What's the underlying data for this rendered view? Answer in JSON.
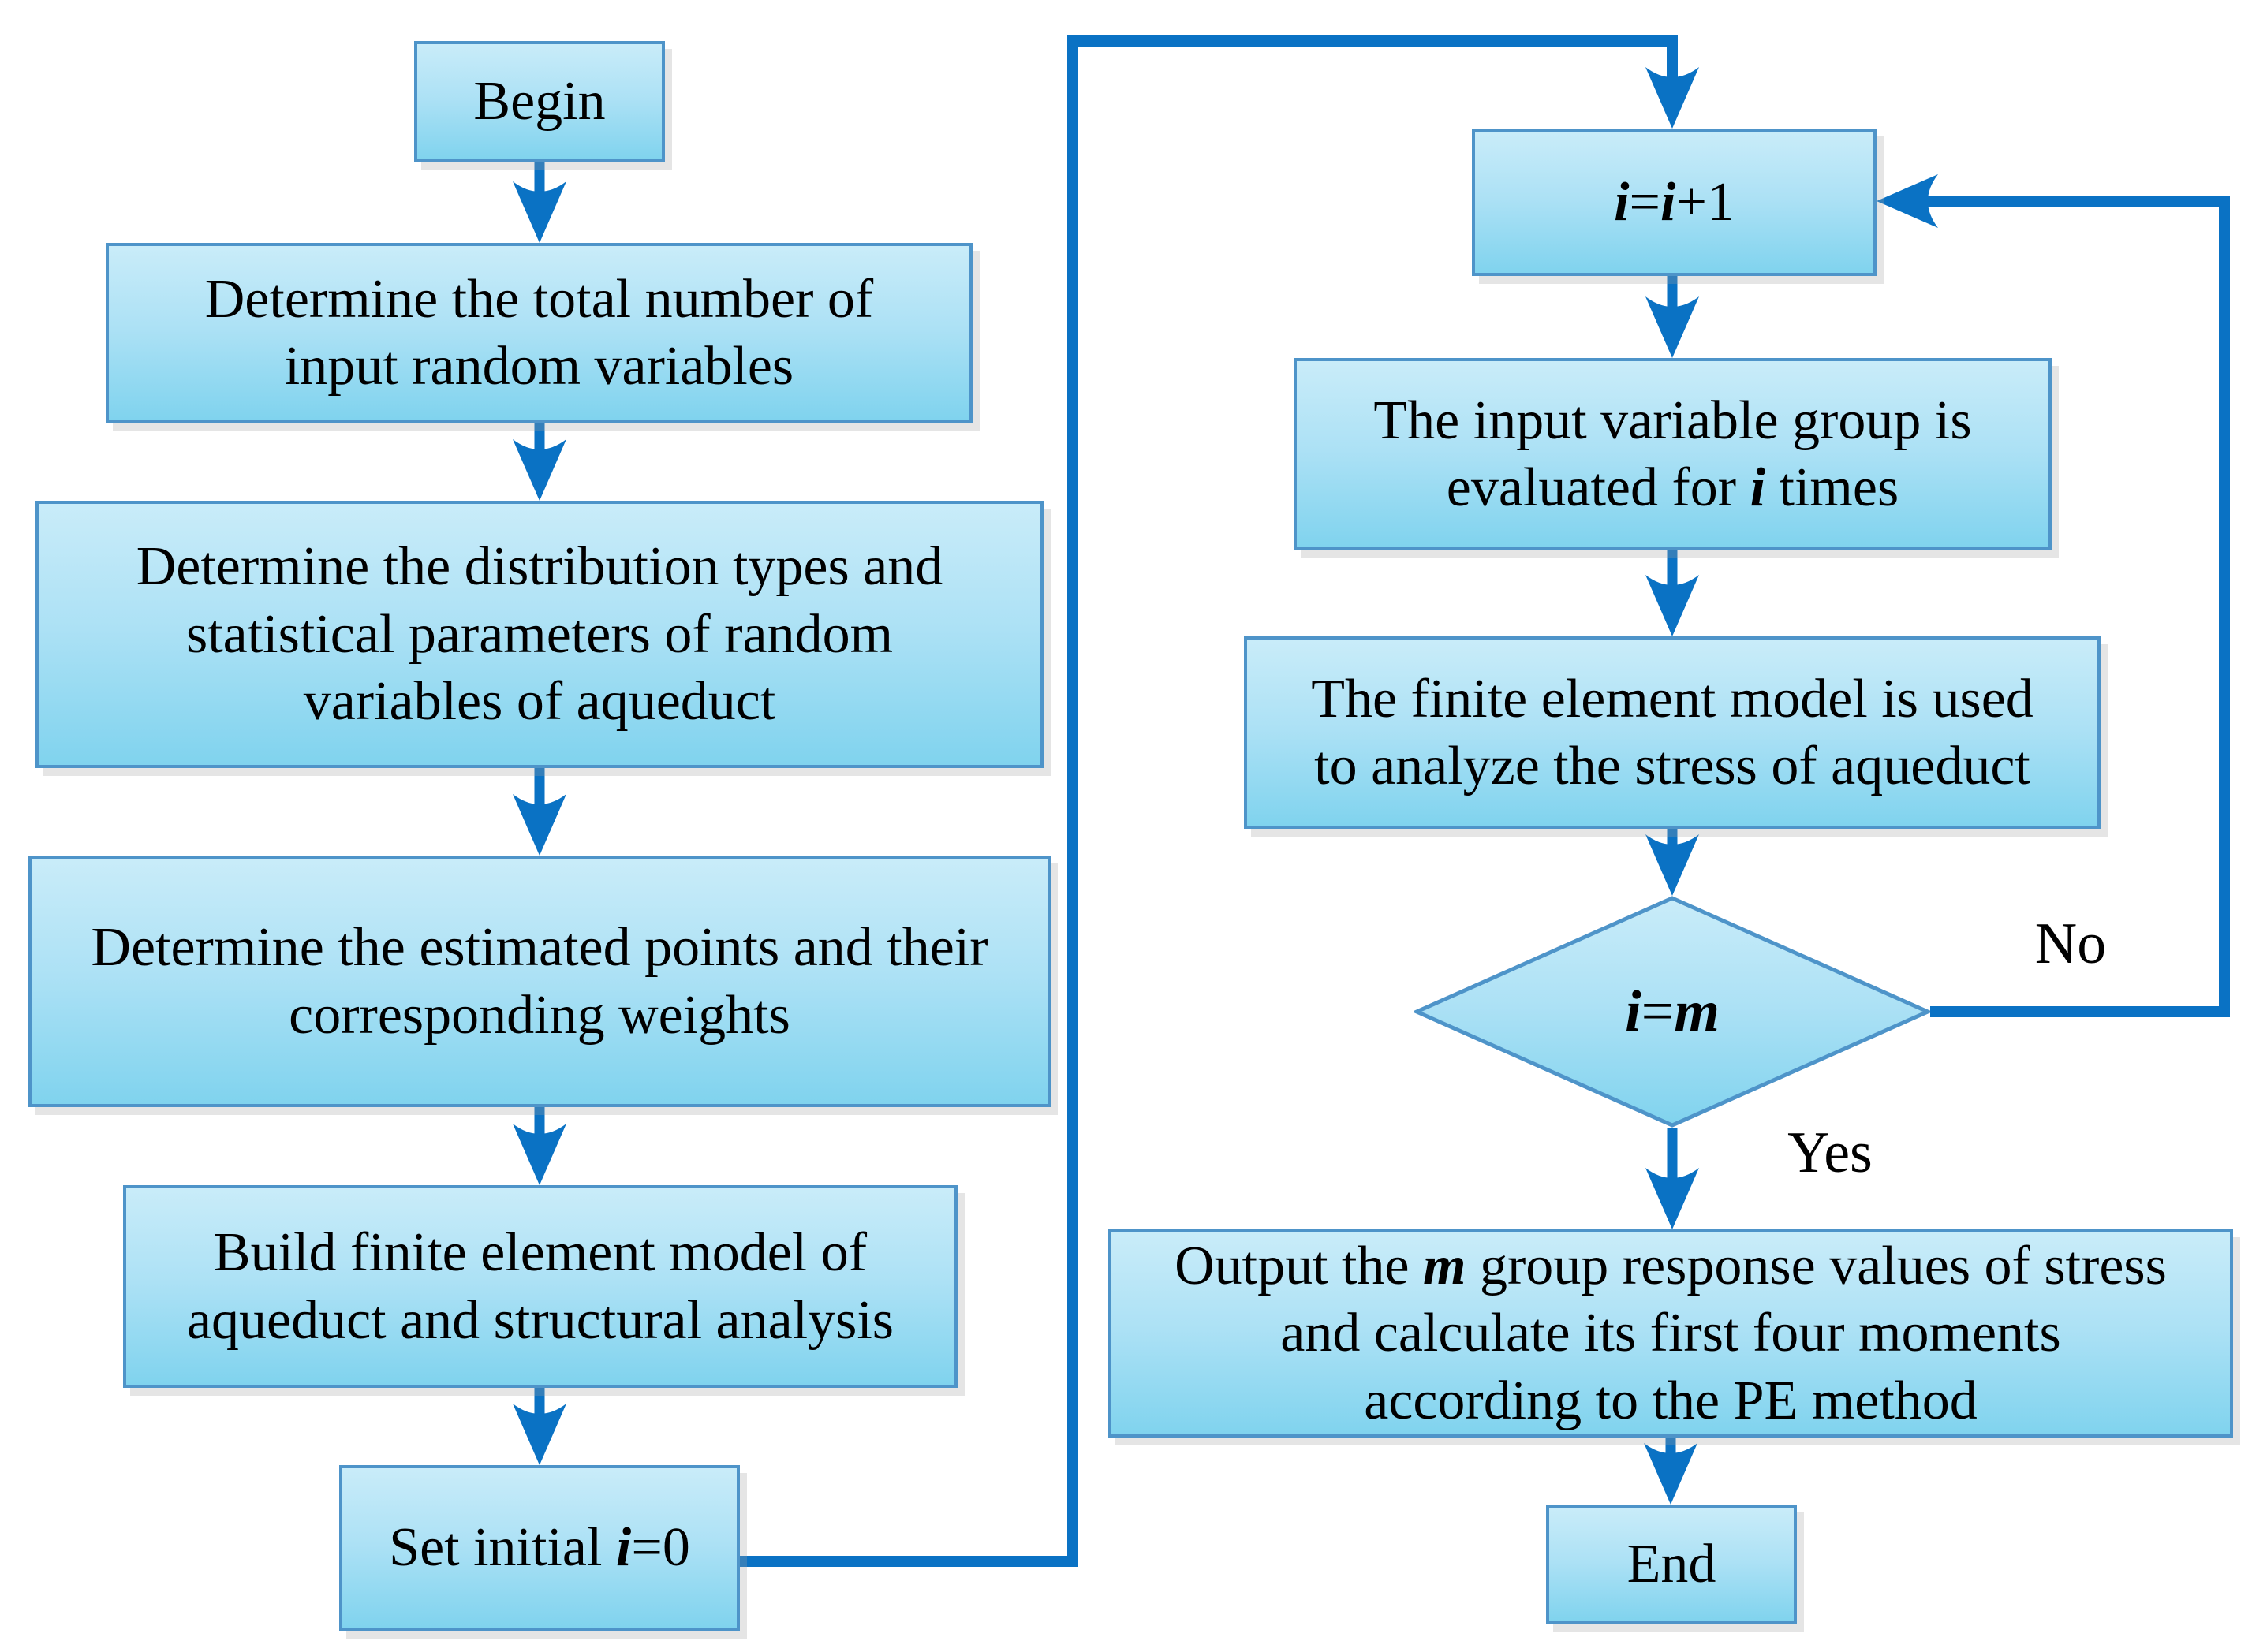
{
  "diagram": {
    "type": "flowchart",
    "colors": {
      "connector_line": "#0a72c4",
      "box_border": "#4e94c9",
      "box_fill_top": "#c9ecf9",
      "box_fill_bottom": "#80d3ee",
      "text": "#000000"
    },
    "nodes": {
      "begin": {
        "label": "Begin"
      },
      "determine_total": {
        "label": "Determine the total number of\ninput random variables"
      },
      "determine_dist": {
        "label": "Determine the distribution types and\nstatistical parameters of random\nvariables of aqueduct"
      },
      "determine_points": {
        "label": "Determine the estimated points and their\ncorresponding weights"
      },
      "build_fem": {
        "label": "Build finite element model of\naqueduct and structural analysis"
      },
      "set_initial": {
        "label": "Set initial *i*=0"
      },
      "increment": {
        "label": "*i*=*i*+1"
      },
      "evaluate": {
        "label": "The input variable group is\nevaluated for *i* times"
      },
      "fem_stress": {
        "label": "The finite element model is used\nto analyze the stress of aqueduct"
      },
      "decision": {
        "label": "*i*=*m*"
      },
      "output": {
        "label": "Output the *m* group response values of stress\nand calculate its first four moments\naccording to the PE method"
      },
      "end": {
        "label": "End"
      }
    },
    "edge_labels": {
      "no": "No",
      "yes": "Yes"
    }
  }
}
